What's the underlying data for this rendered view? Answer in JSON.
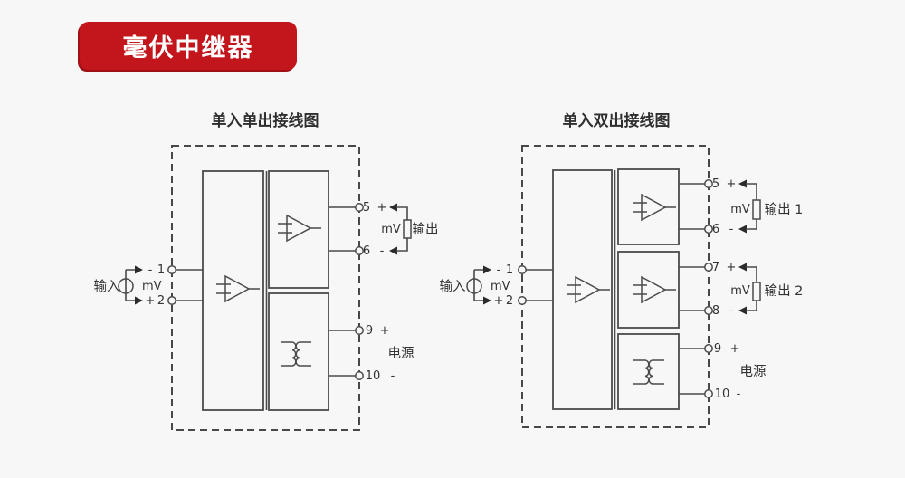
{
  "banner": {
    "label": "毫伏中继器"
  },
  "colors": {
    "background": "#f7f7f7",
    "line": "#4a4a4a",
    "text": "#333333",
    "banner_bg": "#c3161c",
    "banner_text": "#ffffff"
  },
  "diagrams": {
    "left": {
      "title": "单入单出接线图",
      "input": {
        "label": "输入",
        "unit": "mV",
        "terminals": [
          {
            "sign": "-",
            "num": "1"
          },
          {
            "sign": "+",
            "num": "2"
          }
        ]
      },
      "outputs": [
        {
          "unit": "mV",
          "label": "输出",
          "terminals": [
            {
              "num": "5",
              "sign": "+"
            },
            {
              "num": "6",
              "sign": "-"
            }
          ]
        }
      ],
      "power": {
        "label": "电源",
        "terminals": [
          {
            "num": "9",
            "sign": "+"
          },
          {
            "num": "10",
            "sign": "-"
          }
        ]
      }
    },
    "right": {
      "title": "单入双出接线图",
      "input": {
        "label": "输入",
        "unit": "mV",
        "terminals": [
          {
            "sign": "-",
            "num": "1"
          },
          {
            "sign": "+",
            "num": "2"
          }
        ]
      },
      "outputs": [
        {
          "unit": "mV",
          "label": "输出 1",
          "terminals": [
            {
              "num": "5",
              "sign": "+"
            },
            {
              "num": "6",
              "sign": "-"
            }
          ]
        },
        {
          "unit": "mV",
          "label": "输出 2",
          "terminals": [
            {
              "num": "7",
              "sign": "+"
            },
            {
              "num": "8",
              "sign": "-"
            }
          ]
        }
      ],
      "power": {
        "label": "电源",
        "terminals": [
          {
            "num": "9",
            "sign": "+"
          },
          {
            "num": "10",
            "sign": "-"
          }
        ]
      }
    }
  }
}
